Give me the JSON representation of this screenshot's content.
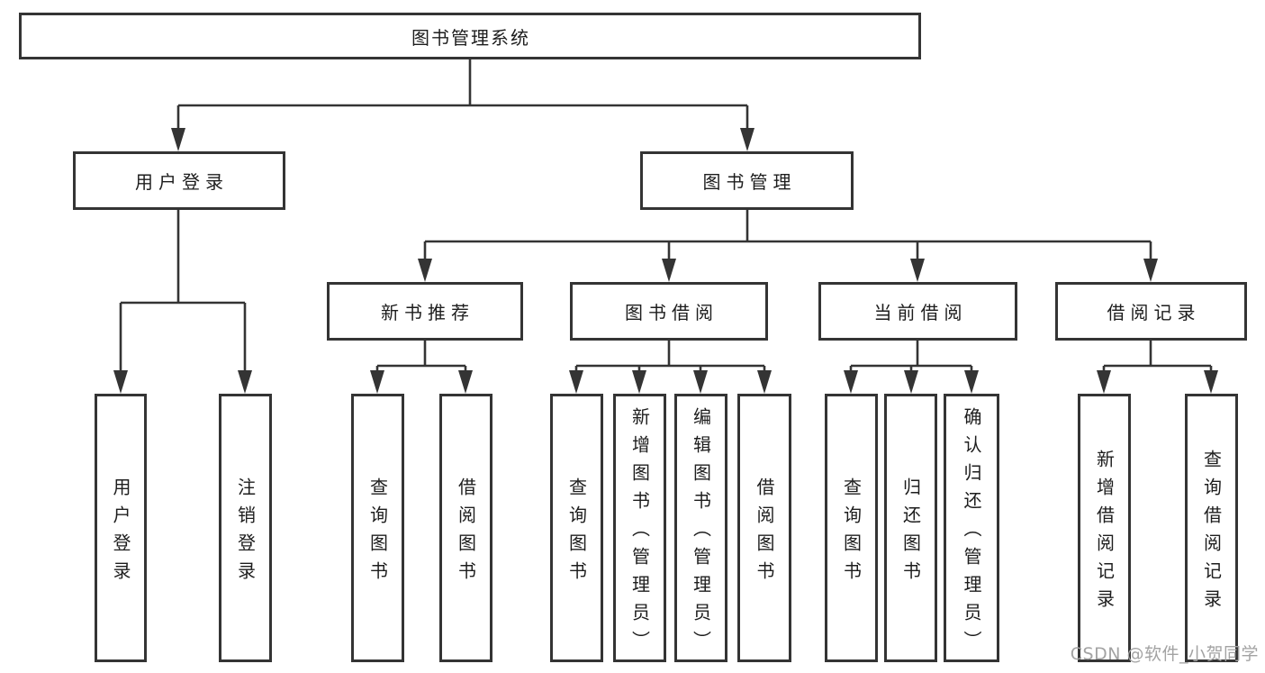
{
  "tree": {
    "root": {
      "label": "图书管理系统",
      "children": [
        {
          "label": "用户登录",
          "children": [
            {
              "label": "用户登录"
            },
            {
              "label": "注销登录"
            }
          ]
        },
        {
          "label": "图书管理",
          "children": [
            {
              "label": "新书推荐",
              "children": [
                {
                  "label": "查询图书"
                },
                {
                  "label": "借阅图书"
                }
              ]
            },
            {
              "label": "图书借阅",
              "children": [
                {
                  "label": "查询图书"
                },
                {
                  "label": "新增图书（管理员）"
                },
                {
                  "label": "编辑图书（管理员）"
                },
                {
                  "label": "借阅图书"
                }
              ]
            },
            {
              "label": "当前借阅",
              "children": [
                {
                  "label": "查询图书"
                },
                {
                  "label": "归还图书"
                },
                {
                  "label": "确认归还（管理员）"
                }
              ]
            },
            {
              "label": "借阅记录",
              "children": [
                {
                  "label": "新增借阅记录"
                },
                {
                  "label": "查询借阅记录"
                }
              ]
            }
          ]
        }
      ]
    }
  },
  "watermark": {
    "text": "CSDN @软件_小贺同学"
  },
  "colors": {
    "line": "#343434",
    "text": "#1d1d1d",
    "watermark": "#a3a3a3",
    "background": "#ffffff"
  }
}
